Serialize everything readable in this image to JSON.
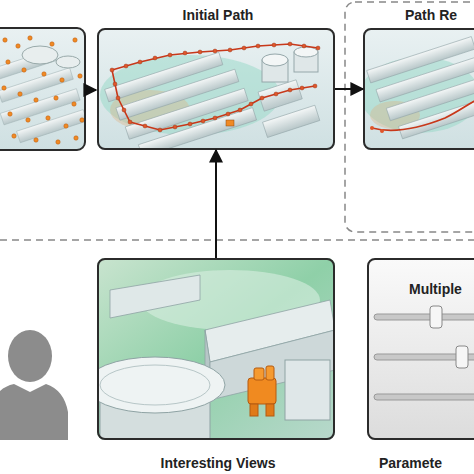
{
  "diagram": {
    "nodes": [
      {
        "text": [
          "Initial Path"
        ]
      },
      {
        "text": [
          "Path Re"
        ]
      },
      {
        "text": [
          "Interesting Views"
        ]
      },
      {
        "text": [
          "Multiple",
          "Paramete"
        ]
      }
    ],
    "edges": [
      {
        "from": 0,
        "to": 1,
        "arrow": "to"
      },
      {
        "from": 2,
        "to": 0,
        "arrow": "to"
      }
    ]
  }
}
